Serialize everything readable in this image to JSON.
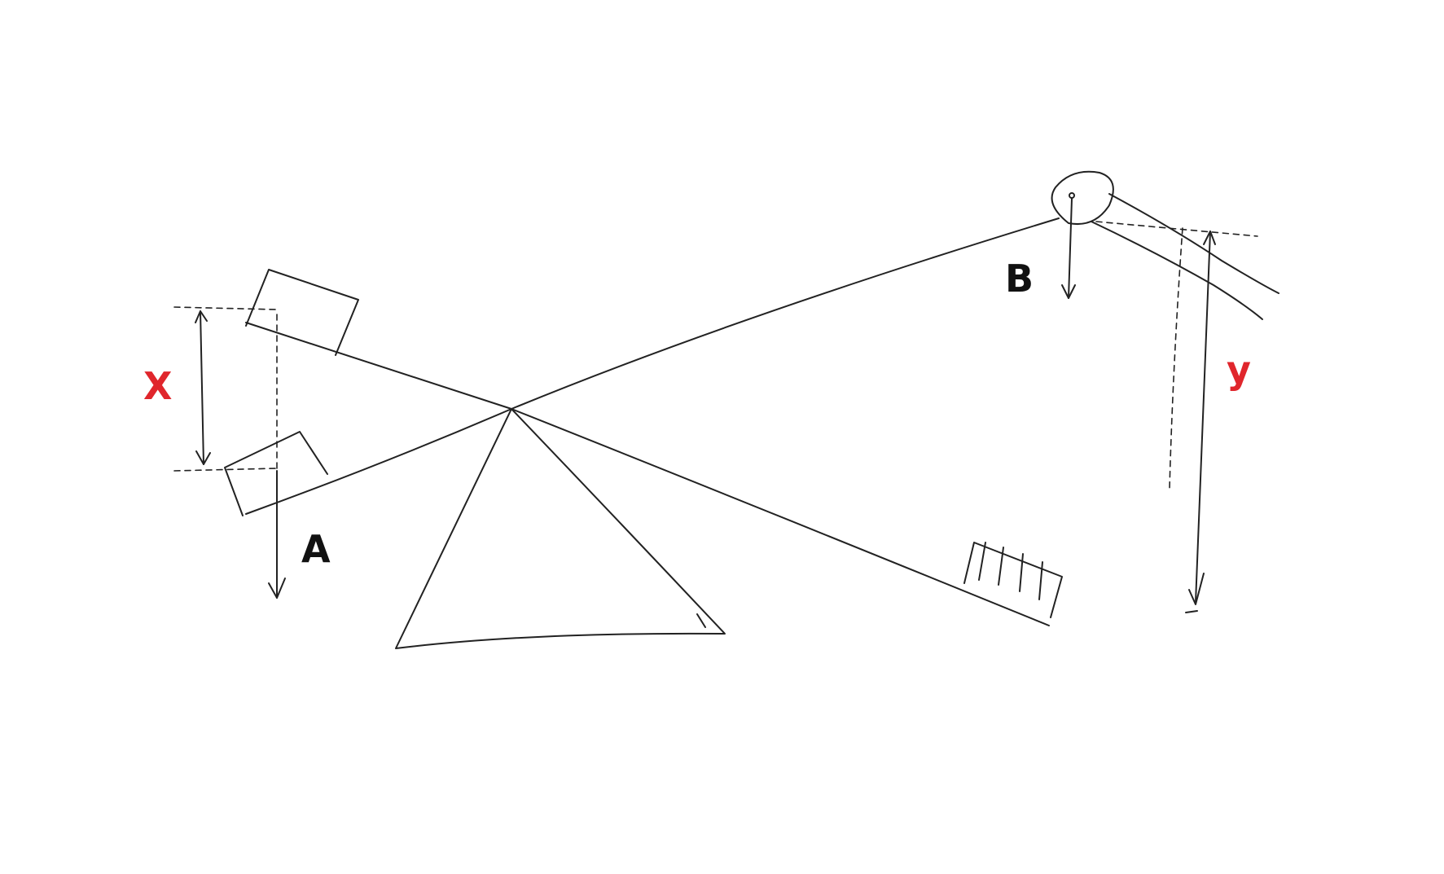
{
  "labels": {
    "point_a": "A",
    "point_b": "B",
    "distance_x": "X",
    "distance_y": "y"
  },
  "colors": {
    "ink": "#222222",
    "black_label": "#111111",
    "red_label": "#e0262c",
    "background": "#ffffff"
  }
}
